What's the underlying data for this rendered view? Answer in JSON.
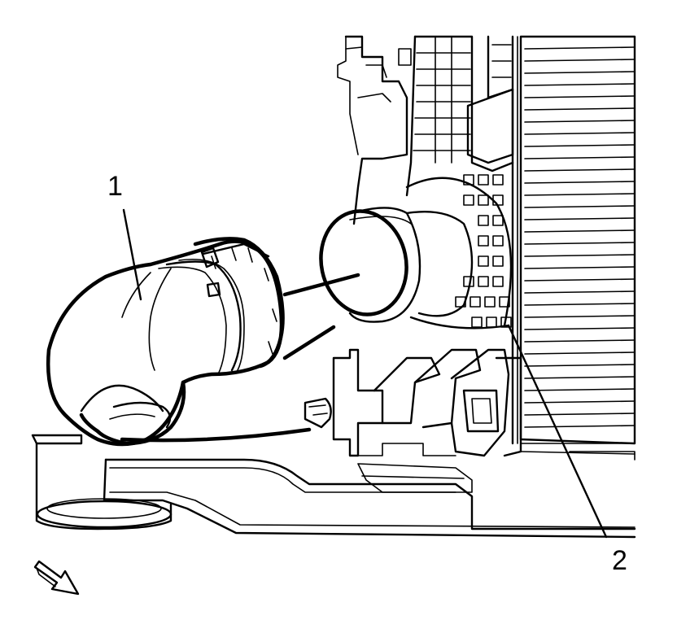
{
  "callouts": [
    {
      "id": "1",
      "label": "1"
    },
    {
      "id": "2",
      "label": "2"
    }
  ],
  "orientation_arrow_icon": "arrow-down-right-icon",
  "colors": {
    "line": "#000000",
    "background": "#ffffff"
  }
}
